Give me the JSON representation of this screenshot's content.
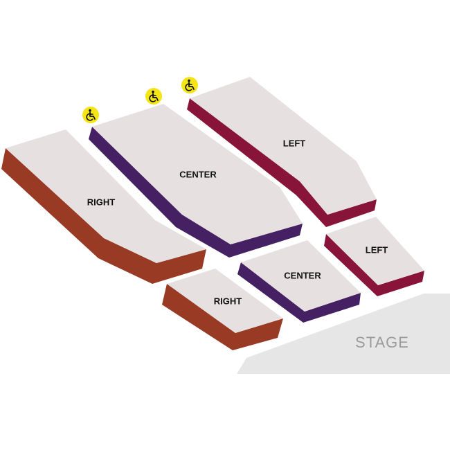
{
  "colors": {
    "right_side": "#983a24",
    "center_side": "#452063",
    "left_side": "#88143a",
    "section_top": "#e6e1e0",
    "stage": "#e6e6e6",
    "accessibility_badge": "#f5e516"
  },
  "sections": {
    "right_upper": {
      "label": "RIGHT",
      "color_key": "right_side"
    },
    "center_upper": {
      "label": "CENTER",
      "color_key": "center_side"
    },
    "left_upper": {
      "label": "LEFT",
      "color_key": "left_side"
    },
    "right_lower": {
      "label": "RIGHT",
      "color_key": "right_side"
    },
    "center_lower": {
      "label": "CENTER",
      "color_key": "center_side"
    },
    "left_lower": {
      "label": "LEFT",
      "color_key": "left_side"
    }
  },
  "stage": {
    "label": "STAGE"
  },
  "accessibility": {
    "icon": "wheelchair-icon",
    "count": 3
  }
}
